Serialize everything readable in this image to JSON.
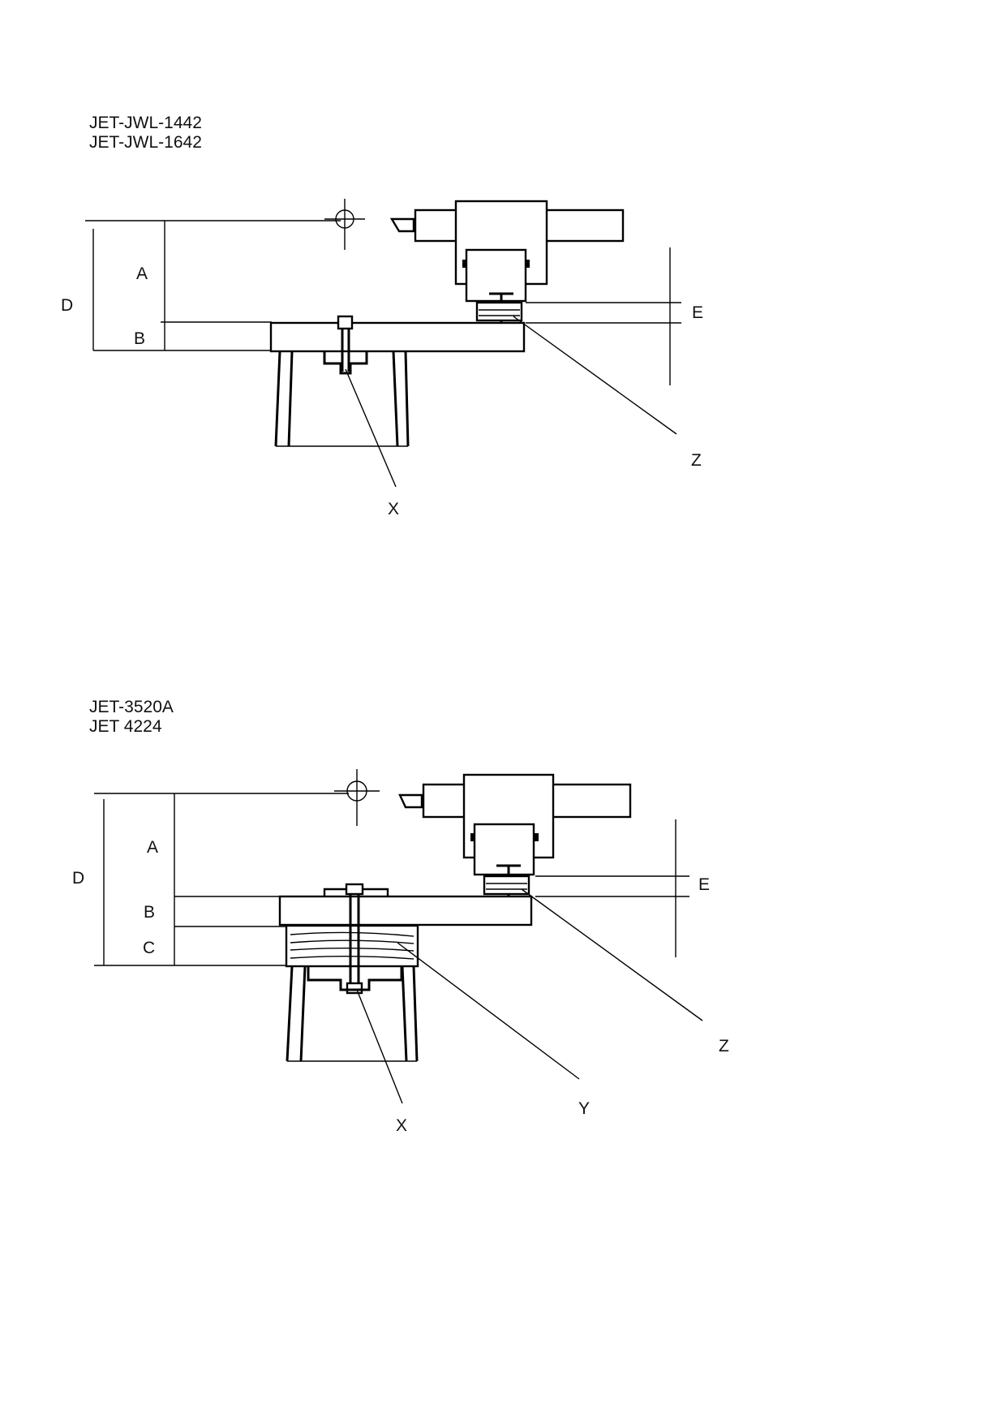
{
  "diagram_1": {
    "models": [
      "JET-JWL-1442",
      "JET-JWL-1642"
    ],
    "labels": {
      "a": "A",
      "b": "B",
      "d": "D",
      "e": "E",
      "x": "X",
      "z": "Z"
    }
  },
  "diagram_2": {
    "models": [
      "JET-3520A",
      "JET 4224"
    ],
    "labels": {
      "a": "A",
      "b": "B",
      "c": "C",
      "d": "D",
      "e": "E",
      "x": "X",
      "y": "Y",
      "z": "Z"
    }
  }
}
